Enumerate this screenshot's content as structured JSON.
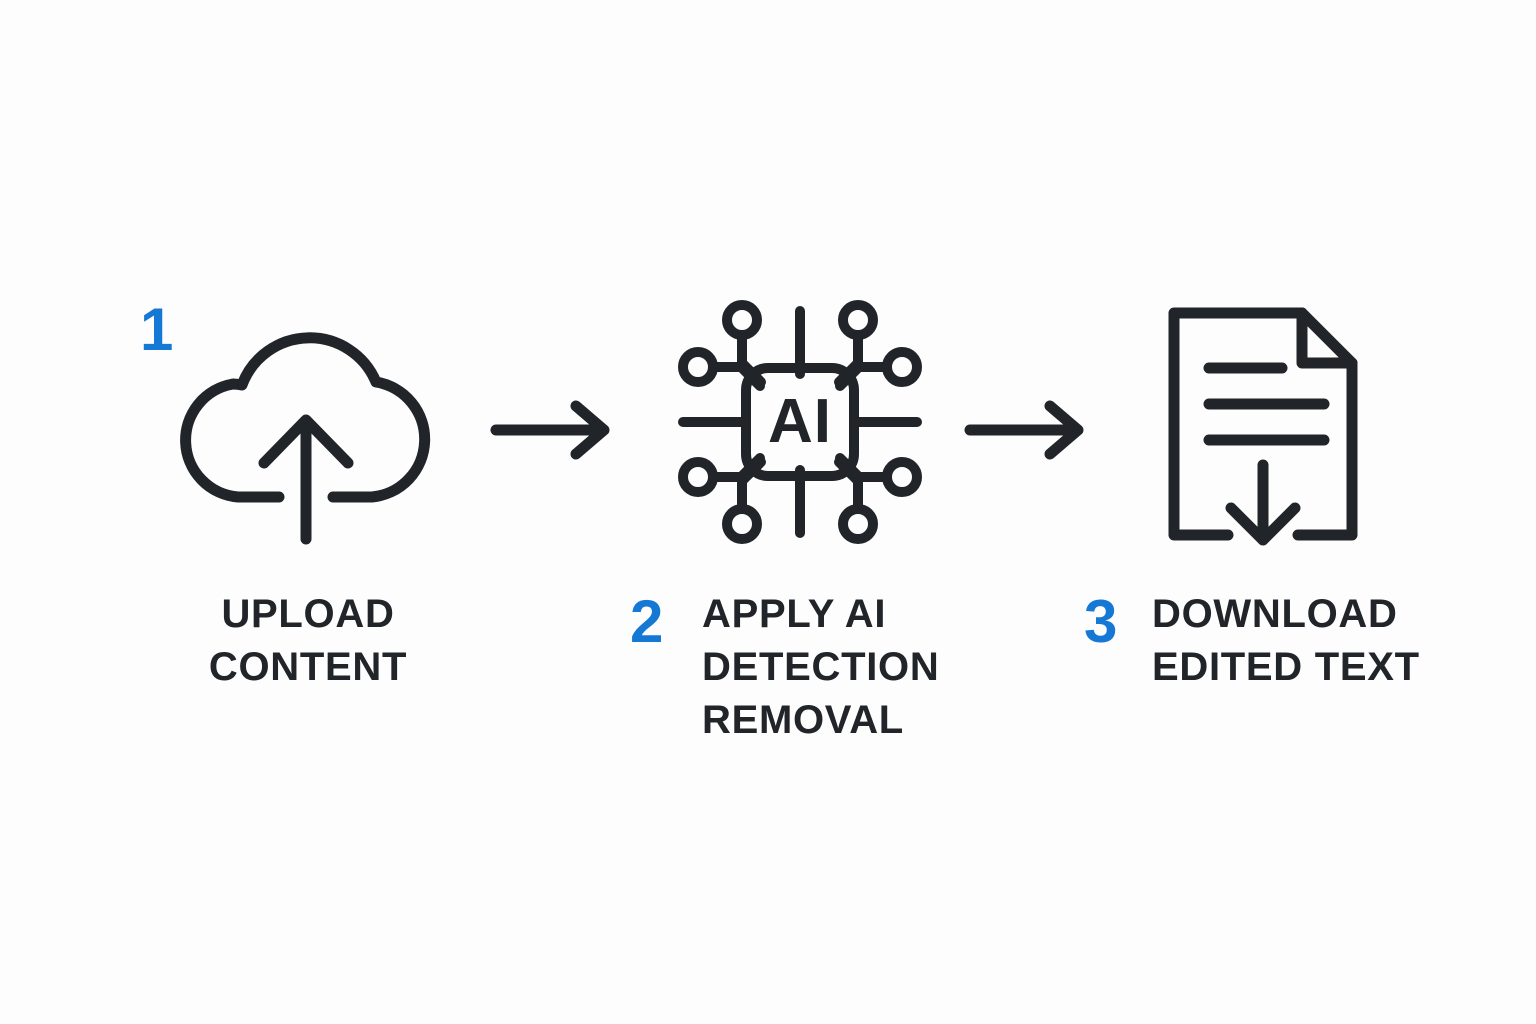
{
  "theme": {
    "background": "#fdfdfd",
    "stroke": "#212529",
    "accent": "#1578d4"
  },
  "diagram": {
    "type": "process-flow",
    "orientation": "horizontal",
    "step_count": 3,
    "connector": "arrow-right"
  },
  "steps": [
    {
      "number": "1",
      "icon": "cloud-upload-icon",
      "caption": "UPLOAD\nCONTENT",
      "caption_align": "center"
    },
    {
      "number": "2",
      "icon": "ai-chip-icon",
      "icon_text": "AI",
      "caption": "APPLY AI\nDETECTION\nREMOVAL",
      "caption_align": "left"
    },
    {
      "number": "3",
      "icon": "document-download-icon",
      "caption": "DOWNLOAD\nEDITED TEXT",
      "caption_align": "left"
    }
  ],
  "connectors": [
    {
      "name": "arrow-1-to-2",
      "glyph": "arrow-right-icon"
    },
    {
      "name": "arrow-2-to-3",
      "glyph": "arrow-right-icon"
    }
  ]
}
